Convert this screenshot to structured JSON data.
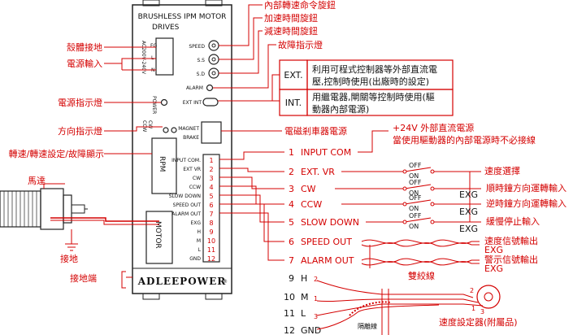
{
  "brand": {
    "title_line1": "BRUSHLESS IPM MOTOR",
    "title_line2": "DRIVES",
    "logo": "ADLEEPOWER",
    "logo_mark": "®"
  },
  "panel": {
    "ac_label": "AC200V-240V",
    "fg": "FG",
    "l": "L",
    "n": "N",
    "knob_speed": "SPEED",
    "knob_ss": "S.S",
    "knob_sd": "S.D",
    "alarm": "ALARM",
    "ext_int": "EXT INT",
    "power": "POWER",
    "cw": "CW",
    "ccw": "CCW",
    "magnet": "MAGNET",
    "brake": "BRAKE",
    "rpm": "RPM",
    "motor": "MOTOR",
    "terminals": [
      "INPUT COM.",
      "EXT VR",
      "CW",
      "CCW",
      "SLOW DOWN",
      "SPEED OUT",
      "ALARM OUT",
      "EXG",
      "H",
      "M",
      "L",
      "GND"
    ],
    "terminal_numbers": [
      "1",
      "2",
      "3",
      "4",
      "5",
      "6",
      "7",
      "8",
      "9",
      "10",
      "11",
      "12"
    ]
  },
  "callouts": {
    "internal_speed_knob": "內部轉速命令旋鈕",
    "accel_time_knob": "加速時間旋鈕",
    "decel_time_knob": "減速時間旋鈕",
    "fault_indicator": "故障指示燈",
    "chassis_ground": "殼體接地",
    "power_input": "電源輸入",
    "power_indicator": "電源指示燈",
    "direction_indicator": "方向指示燈",
    "rpm_display": "轉速/轉速設定/故障顯示",
    "motor": "馬達",
    "ground": "接地",
    "ground_terminal": "接地端",
    "brake_power": "電磁剎車器電源",
    "ext_label": "EXT.",
    "ext_desc_1": "利用可程式控制器等外部直流電",
    "ext_desc_2": "壓,控制時使用(出廠時的設定)",
    "int_label": "INT.",
    "int_desc_1": "用繼電器,閘關等控制時使用(驅",
    "int_desc_2": "動器內部電源)",
    "note_24v_1": "+24V 外部直流電源",
    "note_24v_2": "當使用驅動器的內部電源時不必接線"
  },
  "io": {
    "rows": [
      {
        "num": "1",
        "label": "INPUT COM"
      },
      {
        "num": "2",
        "label": "EXT. VR"
      },
      {
        "num": "3",
        "label": "CW"
      },
      {
        "num": "4",
        "label": "CCW"
      },
      {
        "num": "5",
        "label": "SLOW DOWN"
      },
      {
        "num": "6",
        "label": "SPEED OUT"
      },
      {
        "num": "7",
        "label": "ALARM OUT"
      },
      {
        "num": "9",
        "label": "H"
      },
      {
        "num": "10",
        "label": "M"
      },
      {
        "num": "11",
        "label": "L"
      },
      {
        "num": "12",
        "label": "GND"
      }
    ],
    "off": "OFF",
    "on": "ON",
    "exg": "EXG",
    "speed_select": "速度選擇",
    "cw_run": "順時鐘方向運轉輸入",
    "ccw_run": "逆時鐘方向運轉輸入",
    "slow_stop": "緩慢停止輸入",
    "speed_signal_out": "速度信號輸出",
    "alarm_signal_out": "警示信號輸出",
    "twisted_pair": "雙絞線",
    "shield_wire": "隔離線",
    "speed_setter": "速度設定器(附屬品)",
    "pot_pins": [
      "1",
      "2",
      "3"
    ],
    "wire_pins": [
      "2",
      "1",
      "3"
    ]
  }
}
